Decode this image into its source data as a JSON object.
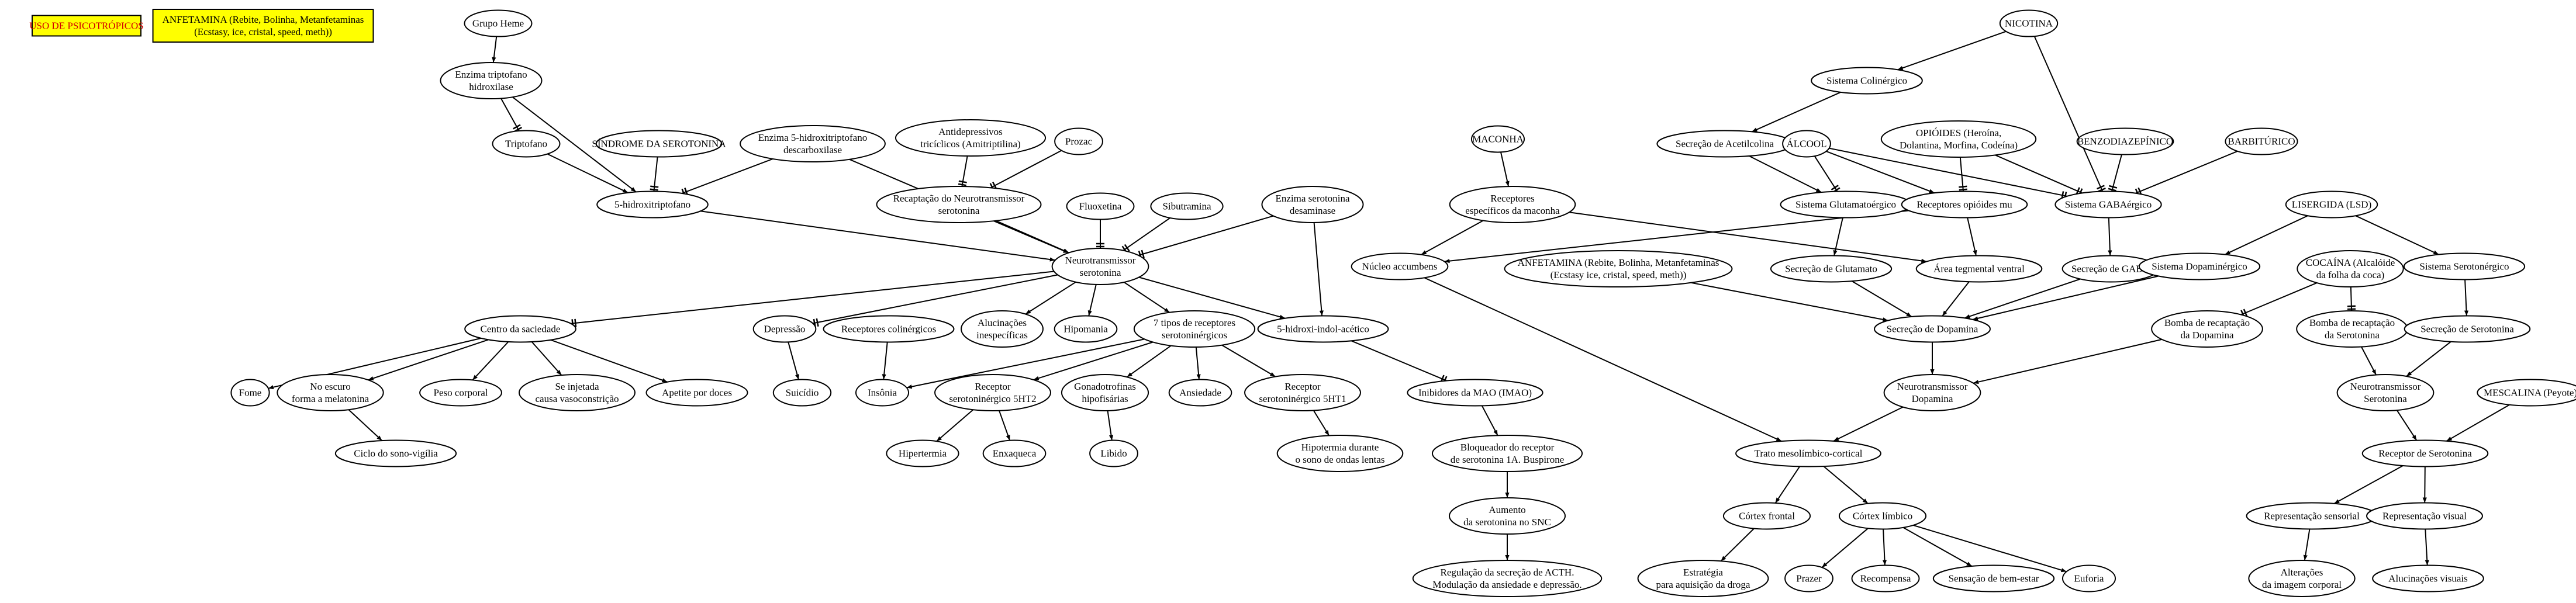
{
  "nodes": [
    {
      "id": "uso",
      "lines": [
        "USO DE PSICOTRÓPICOS"
      ],
      "shape": "box",
      "color": "#d40000"
    },
    {
      "id": "anf_box",
      "lines": [
        "ANFETAMINA (Rebite, Bolinha, Metanfetaminas",
        "(Ecstasy, ice, cristal, speed, meth))"
      ],
      "shape": "box"
    },
    {
      "id": "grupo",
      "lines": [
        "Grupo Heme"
      ]
    },
    {
      "id": "enzima_trip",
      "lines": [
        "Enzima triptofano",
        "hidroxilase"
      ]
    },
    {
      "id": "triptofano",
      "lines": [
        "Triptofano"
      ]
    },
    {
      "id": "sindrome",
      "lines": [
        "SÍNDROME DA SEROTONINA"
      ]
    },
    {
      "id": "enzima5",
      "lines": [
        "Enzima 5-hidroxitriptofano",
        "descarboxilase"
      ]
    },
    {
      "id": "hidroxi5",
      "lines": [
        "5-hidroxitriptofano"
      ]
    },
    {
      "id": "antidep",
      "lines": [
        "Antidepressivos",
        "tricíclicos (Amitriptilina)"
      ]
    },
    {
      "id": "prozac",
      "lines": [
        "Prozac"
      ]
    },
    {
      "id": "recaptacao_sero",
      "lines": [
        "Recaptação do Neurotransmissor",
        "serotonina"
      ]
    },
    {
      "id": "fluoxetina",
      "lines": [
        "Fluoxetina"
      ]
    },
    {
      "id": "sibutramina",
      "lines": [
        "Sibutramina"
      ]
    },
    {
      "id": "enzima_desam",
      "lines": [
        "Enzima serotonina",
        "desaminase"
      ]
    },
    {
      "id": "neuro_sero",
      "lines": [
        "Neurotransmissor",
        "serotonina"
      ]
    },
    {
      "id": "centro",
      "lines": [
        "Centro da saciedade"
      ]
    },
    {
      "id": "fome",
      "lines": [
        "Fome"
      ]
    },
    {
      "id": "escuro",
      "lines": [
        "No escuro",
        "forma a melatonina"
      ]
    },
    {
      "id": "ciclo",
      "lines": [
        "Ciclo do sono-vigília"
      ]
    },
    {
      "id": "peso",
      "lines": [
        "Peso corporal"
      ]
    },
    {
      "id": "injetada",
      "lines": [
        "Se injetada",
        "causa vasoconstrição"
      ]
    },
    {
      "id": "apetite",
      "lines": [
        "Apetite por doces"
      ]
    },
    {
      "id": "depressao",
      "lines": [
        "Depressão"
      ]
    },
    {
      "id": "suicidio",
      "lines": [
        "Suicídio"
      ]
    },
    {
      "id": "rec_colin",
      "lines": [
        "Receptores colinérgicos"
      ]
    },
    {
      "id": "insonia",
      "lines": [
        "Insônia"
      ]
    },
    {
      "id": "alucin_inesp",
      "lines": [
        "Alucinações",
        "inespecíficas"
      ]
    },
    {
      "id": "hipomania",
      "lines": [
        "Hipomania"
      ]
    },
    {
      "id": "tipos7",
      "lines": [
        "7 tipos de receptores",
        "serotoninérgicos"
      ]
    },
    {
      "id": "rec5ht2",
      "lines": [
        "Receptor",
        "serotoninérgico 5HT2"
      ]
    },
    {
      "id": "hipertermia",
      "lines": [
        "Hipertermia"
      ]
    },
    {
      "id": "enxaqueca",
      "lines": [
        "Enxaqueca"
      ]
    },
    {
      "id": "gonado",
      "lines": [
        "Gonadotrofinas",
        "hipofisárias"
      ]
    },
    {
      "id": "libido",
      "lines": [
        "Libido"
      ]
    },
    {
      "id": "ansiedade",
      "lines": [
        "Ansiedade"
      ]
    },
    {
      "id": "rec5ht1",
      "lines": [
        "Receptor",
        "serotoninérgico 5HT1"
      ]
    },
    {
      "id": "hipotermia",
      "lines": [
        "Hipotermia durante",
        "o sono de ondas lentas"
      ]
    },
    {
      "id": "hidroxiindol",
      "lines": [
        "5-hidroxi-indol-acético"
      ]
    },
    {
      "id": "imao",
      "lines": [
        "Inibidores da MAO (IMAO)"
      ]
    },
    {
      "id": "bloqueador",
      "lines": [
        "Bloqueador do receptor",
        "de serotonina 1A. Buspirone"
      ]
    },
    {
      "id": "aumento",
      "lines": [
        "Aumento",
        "da serotonina no SNC"
      ]
    },
    {
      "id": "regulacao",
      "lines": [
        "Regulação da secreção de ACTH.",
        "Modulação da ansiedade e depressão."
      ]
    },
    {
      "id": "maconha",
      "lines": [
        "MACONHA"
      ]
    },
    {
      "id": "rec_maconha",
      "lines": [
        "Receptores",
        "específicos da maconha"
      ]
    },
    {
      "id": "nucleo",
      "lines": [
        "Núcleo accumbens"
      ]
    },
    {
      "id": "nicotina",
      "lines": [
        "NICOTINA"
      ]
    },
    {
      "id": "sist_colin",
      "lines": [
        "Sistema Colinérgico"
      ]
    },
    {
      "id": "sec_acetil",
      "lines": [
        "Secreção de Acetilcolina"
      ]
    },
    {
      "id": "alcool",
      "lines": [
        "ÁLCOOL"
      ]
    },
    {
      "id": "opioides",
      "lines": [
        "OPIÓIDES (Heroína,",
        "Dolantina, Morfina, Codeína)"
      ]
    },
    {
      "id": "benzo",
      "lines": [
        "BENZODIAZEPÍNICO"
      ]
    },
    {
      "id": "barbit",
      "lines": [
        "BARBITÚRICO"
      ]
    },
    {
      "id": "sist_gluta",
      "lines": [
        "Sistema Glutamatoérgico"
      ]
    },
    {
      "id": "rec_opioides",
      "lines": [
        "Receptores opióides mu"
      ]
    },
    {
      "id": "sist_gaba",
      "lines": [
        "Sistema GABAérgico"
      ]
    },
    {
      "id": "anf_node",
      "lines": [
        "ANFETAMINA (Rebite, Bolinha, Metanfetaminas",
        "(Ecstasy ice, cristal, speed, meth))"
      ]
    },
    {
      "id": "sec_gluta",
      "lines": [
        "Secreção de Glutamato"
      ]
    },
    {
      "id": "area_teg",
      "lines": [
        "Área tegmental ventral"
      ]
    },
    {
      "id": "sec_gaba",
      "lines": [
        "Secreção de GABA"
      ]
    },
    {
      "id": "sec_dopa",
      "lines": [
        "Secreção de Dopamina"
      ]
    },
    {
      "id": "neuro_dopa",
      "lines": [
        "Neurotransmissor",
        "Dopamina"
      ]
    },
    {
      "id": "trato",
      "lines": [
        "Trato mesolímbico-cortical"
      ]
    },
    {
      "id": "cortex_front",
      "lines": [
        "Córtex frontal"
      ]
    },
    {
      "id": "estrategia",
      "lines": [
        "Estratégia",
        "para aquisição da droga"
      ]
    },
    {
      "id": "cortex_limb",
      "lines": [
        "Córtex límbico"
      ]
    },
    {
      "id": "prazer",
      "lines": [
        "Prazer"
      ]
    },
    {
      "id": "recompensa",
      "lines": [
        "Recompensa"
      ]
    },
    {
      "id": "sensacao",
      "lines": [
        "Sensação de bem-estar"
      ]
    },
    {
      "id": "euforia",
      "lines": [
        "Euforia"
      ]
    },
    {
      "id": "lsd",
      "lines": [
        "LISERGIDA (LSD)"
      ]
    },
    {
      "id": "sist_dopa",
      "lines": [
        "Sistema Dopaminérgico"
      ]
    },
    {
      "id": "cocaina",
      "lines": [
        "COCAÍNA (Alcalóide",
        "da folha da coca)"
      ]
    },
    {
      "id": "sist_sero",
      "lines": [
        "Sistema Serotonérgico"
      ]
    },
    {
      "id": "bomba_dopa",
      "lines": [
        "Bomba de recaptação",
        "da Dopamina"
      ]
    },
    {
      "id": "bomba_sero",
      "lines": [
        "Bomba de recaptação",
        "da Serotonina"
      ]
    },
    {
      "id": "sec_sero",
      "lines": [
        "Secreção de Serotonina"
      ]
    },
    {
      "id": "neuro_sero2",
      "lines": [
        "Neurotransmissor",
        "Serotonina"
      ]
    },
    {
      "id": "mescalina",
      "lines": [
        "MESCALINA (Peyote)"
      ]
    },
    {
      "id": "rec_sero",
      "lines": [
        "Receptor de Serotonina"
      ]
    },
    {
      "id": "rep_sens",
      "lines": [
        "Representação sensorial"
      ]
    },
    {
      "id": "alteracoes",
      "lines": [
        "Alterações",
        "da imagem corporal"
      ]
    },
    {
      "id": "rep_vis",
      "lines": [
        "Representação visual"
      ]
    },
    {
      "id": "aluc_vis",
      "lines": [
        "Alucinações visuais"
      ]
    }
  ],
  "edges": [
    {
      "from": "grupo",
      "to": "enzima_trip",
      "head": "arrow"
    },
    {
      "from": "enzima_trip",
      "to": "triptofano",
      "head": "tee"
    },
    {
      "from": "enzima_trip",
      "to": "hidroxi5",
      "head": "arrow"
    },
    {
      "from": "triptofano",
      "to": "hidroxi5",
      "head": "arrow"
    },
    {
      "from": "sindrome",
      "to": "hidroxi5",
      "head": "tee"
    },
    {
      "from": "enzima5",
      "to": "hidroxi5",
      "head": "tee"
    },
    {
      "from": "enzima5",
      "to": "neuro_sero",
      "head": "arrow"
    },
    {
      "from": "hidroxi5",
      "to": "neuro_sero",
      "head": "arrow"
    },
    {
      "from": "antidep",
      "to": "recaptacao_sero",
      "head": "tee"
    },
    {
      "from": "prozac",
      "to": "recaptacao_sero",
      "head": "tee"
    },
    {
      "from": "recaptacao_sero",
      "to": "neuro_sero",
      "head": "arrow"
    },
    {
      "from": "fluoxetina",
      "to": "neuro_sero",
      "head": "tee"
    },
    {
      "from": "sibutramina",
      "to": "neuro_sero",
      "head": "tee"
    },
    {
      "from": "enzima_desam",
      "to": "neuro_sero",
      "head": "tee"
    },
    {
      "from": "enzima_desam",
      "to": "hidroxiindol",
      "head": "arrow"
    },
    {
      "from": "neuro_sero",
      "to": "centro",
      "head": "tee"
    },
    {
      "from": "neuro_sero",
      "to": "depressao",
      "head": "tee"
    },
    {
      "from": "neuro_sero",
      "to": "alucin_inesp",
      "head": "arrow"
    },
    {
      "from": "neuro_sero",
      "to": "hipomania",
      "head": "arrow"
    },
    {
      "from": "neuro_sero",
      "to": "tipos7",
      "head": "arrow"
    },
    {
      "from": "neuro_sero",
      "to": "hidroxiindol",
      "head": "arrow"
    },
    {
      "from": "centro",
      "to": "fome",
      "head": "arrow"
    },
    {
      "from": "centro",
      "to": "escuro",
      "head": "arrow"
    },
    {
      "from": "centro",
      "to": "peso",
      "head": "arrow"
    },
    {
      "from": "centro",
      "to": "injetada",
      "head": "arrow"
    },
    {
      "from": "centro",
      "to": "apetite",
      "head": "arrow"
    },
    {
      "from": "escuro",
      "to": "ciclo",
      "head": "arrow"
    },
    {
      "from": "depressao",
      "to": "suicidio",
      "head": "arrow"
    },
    {
      "from": "rec_colin",
      "to": "insonia",
      "head": "arrow"
    },
    {
      "from": "tipos7",
      "to": "insonia",
      "head": "arrow"
    },
    {
      "from": "tipos7",
      "to": "rec5ht2",
      "head": "arrow"
    },
    {
      "from": "tipos7",
      "to": "gonado",
      "head": "arrow"
    },
    {
      "from": "tipos7",
      "to": "ansiedade",
      "head": "arrow"
    },
    {
      "from": "tipos7",
      "to": "rec5ht1",
      "head": "arrow"
    },
    {
      "from": "rec5ht2",
      "to": "hipertermia",
      "head": "arrow"
    },
    {
      "from": "rec5ht2",
      "to": "enxaqueca",
      "head": "arrow"
    },
    {
      "from": "gonado",
      "to": "libido",
      "head": "arrow"
    },
    {
      "from": "rec5ht1",
      "to": "hipotermia",
      "head": "arrow"
    },
    {
      "from": "hidroxiindol",
      "to": "imao",
      "head": "tee"
    },
    {
      "from": "imao",
      "to": "bloqueador",
      "head": "arrow"
    },
    {
      "from": "bloqueador",
      "to": "aumento",
      "head": "arrow"
    },
    {
      "from": "aumento",
      "to": "regulacao",
      "head": "arrow"
    },
    {
      "from": "maconha",
      "to": "rec_maconha",
      "head": "arrow"
    },
    {
      "from": "rec_maconha",
      "to": "nucleo",
      "head": "arrow"
    },
    {
      "from": "rec_maconha",
      "to": "area_teg",
      "head": "arrow"
    },
    {
      "from": "nucleo",
      "to": "trato",
      "head": "arrow"
    },
    {
      "from": "nicotina",
      "to": "sist_colin",
      "head": "arrow"
    },
    {
      "from": "nicotina",
      "to": "sist_gaba",
      "head": "tee"
    },
    {
      "from": "sist_colin",
      "to": "sec_acetil",
      "head": "arrow"
    },
    {
      "from": "sec_acetil",
      "to": "sist_gluta",
      "head": "arrow"
    },
    {
      "from": "alcool",
      "to": "sist_gluta",
      "head": "tee"
    },
    {
      "from": "alcool",
      "to": "rec_opioides",
      "head": "arrow"
    },
    {
      "from": "alcool",
      "to": "sist_gaba",
      "head": "tee"
    },
    {
      "from": "opioides",
      "to": "rec_opioides",
      "head": "tee"
    },
    {
      "from": "opioides",
      "to": "sist_gaba",
      "head": "tee"
    },
    {
      "from": "benzo",
      "to": "sist_gaba",
      "head": "tee"
    },
    {
      "from": "barbit",
      "to": "sist_gaba",
      "head": "tee"
    },
    {
      "from": "sist_gluta",
      "to": "sec_gluta",
      "head": "arrow"
    },
    {
      "from": "rec_opioides",
      "to": "nucleo",
      "head": "arrow"
    },
    {
      "from": "rec_opioides",
      "to": "area_teg",
      "head": "arrow"
    },
    {
      "from": "sist_gaba",
      "to": "sec_gaba",
      "head": "arrow"
    },
    {
      "from": "anf_node",
      "to": "sec_dopa",
      "head": "arrow"
    },
    {
      "from": "sec_gluta",
      "to": "sec_dopa",
      "head": "arrow"
    },
    {
      "from": "area_teg",
      "to": "sec_dopa",
      "head": "arrow"
    },
    {
      "from": "sec_gaba",
      "to": "sec_dopa",
      "head": "arrow"
    },
    {
      "from": "sist_dopa",
      "to": "sec_dopa",
      "head": "arrow"
    },
    {
      "from": "sec_dopa",
      "to": "neuro_dopa",
      "head": "arrow"
    },
    {
      "from": "neuro_dopa",
      "to": "trato",
      "head": "arrow"
    },
    {
      "from": "trato",
      "to": "cortex_front",
      "head": "arrow"
    },
    {
      "from": "trato",
      "to": "cortex_limb",
      "head": "arrow"
    },
    {
      "from": "cortex_front",
      "to": "estrategia",
      "head": "arrow"
    },
    {
      "from": "cortex_limb",
      "to": "prazer",
      "head": "arrow"
    },
    {
      "from": "cortex_limb",
      "to": "recompensa",
      "head": "arrow"
    },
    {
      "from": "cortex_limb",
      "to": "sensacao",
      "head": "arrow"
    },
    {
      "from": "cortex_limb",
      "to": "euforia",
      "head": "arrow"
    },
    {
      "from": "lsd",
      "to": "sist_dopa",
      "head": "arrow"
    },
    {
      "from": "lsd",
      "to": "sist_sero",
      "head": "arrow"
    },
    {
      "from": "cocaina",
      "to": "bomba_dopa",
      "head": "tee"
    },
    {
      "from": "cocaina",
      "to": "bomba_sero",
      "head": "tee"
    },
    {
      "from": "bomba_dopa",
      "to": "neuro_dopa",
      "head": "arrow"
    },
    {
      "from": "bomba_sero",
      "to": "neuro_sero2",
      "head": "arrow"
    },
    {
      "from": "sist_sero",
      "to": "sec_sero",
      "head": "arrow"
    },
    {
      "from": "sec_sero",
      "to": "neuro_sero2",
      "head": "arrow"
    },
    {
      "from": "neuro_sero2",
      "to": "rec_sero",
      "head": "arrow"
    },
    {
      "from": "mescalina",
      "to": "rec_sero",
      "head": "arrow"
    },
    {
      "from": "rec_sero",
      "to": "rep_sens",
      "head": "arrow"
    },
    {
      "from": "rec_sero",
      "to": "rep_vis",
      "head": "arrow"
    },
    {
      "from": "rep_sens",
      "to": "alteracoes",
      "head": "arrow"
    },
    {
      "from": "rep_vis",
      "to": "aluc_vis",
      "head": "arrow"
    }
  ]
}
